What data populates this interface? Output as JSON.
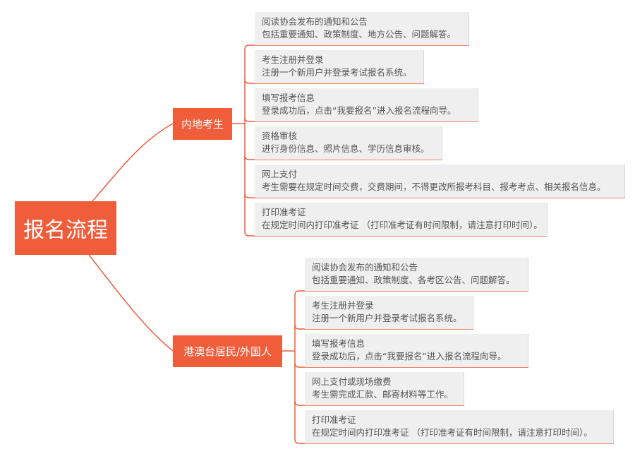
{
  "root": {
    "label": "报名流程"
  },
  "branches": [
    {
      "label": "内地考生",
      "steps": [
        {
          "title": "阅读协会发布的通知和公告",
          "desc": "包括重要通知、政策制度、地方公告、问题解答。"
        },
        {
          "title": "考生注册并登录",
          "desc": "注册一个新用户并登录考试报名系统。"
        },
        {
          "title": "填写报考信息",
          "desc": "登录成功后，点击“我要报名”进入报名流程向导。"
        },
        {
          "title": "资格审核",
          "desc": "进行身份信息、照片信息、学历信息审核。"
        },
        {
          "title": "网上支付",
          "desc": "考生需要在规定时间交费，交费期间，不得更改所报考科目、报考考点、相关报名信息。"
        },
        {
          "title": "打印准考证",
          "desc": "在规定时间内打印准考证 （打印准考证有时间限制，请注意打印时间）。"
        }
      ]
    },
    {
      "label": "港澳台居民/外国人",
      "steps": [
        {
          "title": "阅读协会发布的通知和公告",
          "desc": "包括重要通知、政策制度、各考区公告、问题解答。"
        },
        {
          "title": "考生注册并登录",
          "desc": "注册一个新用户并登录考试报名系统。"
        },
        {
          "title": "填写报考信息",
          "desc": "登录成功后，点击“我要报名”进入报名流程向导。"
        },
        {
          "title": "网上支付或现场缴费",
          "desc": "考生需完成汇款、邮寄材料等工作。"
        },
        {
          "title": "打印准考证",
          "desc": "在规定时间内打印准考证 （打印准考证有时间限制，请注意打印时间）。"
        }
      ]
    }
  ],
  "colors": {
    "accent": "#ef5d3b",
    "leaf_bg": "#efefef",
    "text": "#555555"
  }
}
